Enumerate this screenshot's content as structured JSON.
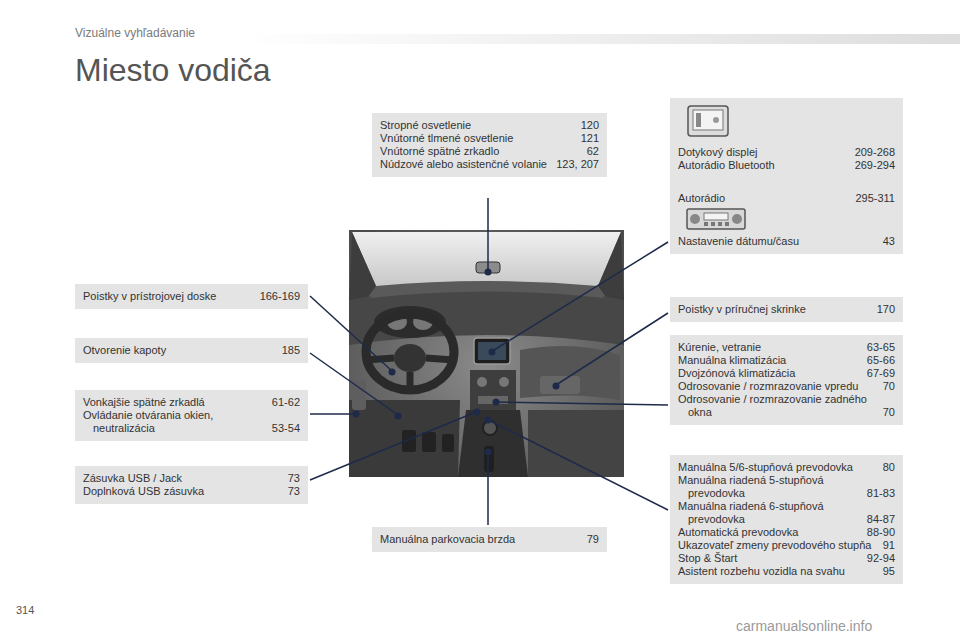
{
  "diagram": {
    "title": "Miesto vodiča",
    "nodes": [
      {
        "text": [
          "Stropné osvetlenie",
          "120",
          "Vnútorné tlmené osvetlenie",
          "121",
          "Vnútorné spätné zrkadlo",
          "62",
          "Núdzové alebo asistenčné volanie",
          "123, 207"
        ]
      },
      {
        "text": [
          "Dotykový displej",
          "209-268",
          "Autorádio Bluetooth",
          "269-294",
          "Autorádio",
          "295-311",
          "Nastavenie dátumu/času",
          "43"
        ]
      },
      {
        "text": [
          "Poistky v prístrojovej doske",
          "166-169"
        ]
      },
      {
        "text": [
          "Poistky v príručnej skrinke",
          "170"
        ]
      },
      {
        "text": [
          "Otvorenie kapoty",
          "185"
        ]
      },
      {
        "text": [
          "Kúrenie, vetranie",
          "63-65",
          "Manuálna klimatizácia",
          "65-66",
          "Dvojzónová klimatizácia",
          "67-69",
          "Odrosovanie / rozmrazovanie vpredu",
          "70",
          "Odrosovanie / rozmrazovanie zadného okna",
          "70"
        ]
      },
      {
        "text": [
          "Vonkajšie spätné zrkadlá",
          "61-62",
          "Ovládanie otvárania okien, neutralizácia",
          "53-54"
        ]
      },
      {
        "text": [
          "Zásuvka USB / Jack",
          "73",
          "Doplnková USB zásuvka",
          "73"
        ]
      },
      {
        "text": [
          "Manuálna 5/6-stupňová prevodovka",
          "80",
          "Manuálna riadená 5-stupňová prevodovka",
          "81-83",
          "Manuálna riadená 6-stupňová prevodovka",
          "84-87",
          "Automatická prevodovka",
          "88-90",
          "Ukazovateľ zmeny prevodového stupňa",
          "91",
          "Stop & Štart",
          "92-94",
          "Asistent rozbehu vozidla na svahu",
          "95"
        ]
      },
      {
        "text": [
          "Manuálna parkovacia brzda",
          "79"
        ]
      }
    ],
    "labels": [
      "Vizuálne vyhľadávanie",
      "314",
      "carmanualsonline.info"
    ]
  }
}
